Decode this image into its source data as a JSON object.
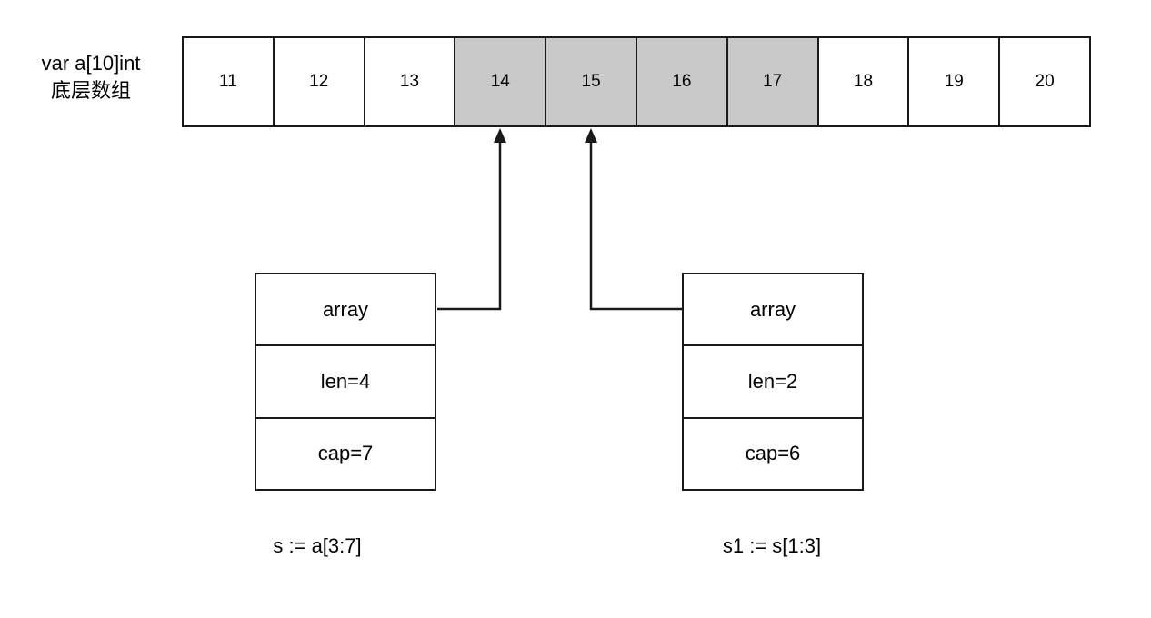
{
  "diagram": {
    "array_label": {
      "line1": "var a[10]int",
      "line2": "底层数组"
    },
    "underlying_array": {
      "cells": [
        {
          "value": "11",
          "highlighted": false
        },
        {
          "value": "12",
          "highlighted": false
        },
        {
          "value": "13",
          "highlighted": false
        },
        {
          "value": "14",
          "highlighted": true
        },
        {
          "value": "15",
          "highlighted": true
        },
        {
          "value": "16",
          "highlighted": true
        },
        {
          "value": "17",
          "highlighted": true
        },
        {
          "value": "18",
          "highlighted": false
        },
        {
          "value": "19",
          "highlighted": false
        },
        {
          "value": "20",
          "highlighted": false
        }
      ]
    },
    "slice_s": {
      "fields": [
        {
          "label": "array"
        },
        {
          "label": "len=4"
        },
        {
          "label": "cap=7"
        }
      ],
      "caption": "s := a[3:7]"
    },
    "slice_s1": {
      "fields": [
        {
          "label": "array"
        },
        {
          "label": "len=2"
        },
        {
          "label": "cap=6"
        }
      ],
      "caption": "s1 := s[1:3]"
    },
    "colors": {
      "highlight": "#c9c9c9",
      "stroke": "#1a1a1a",
      "background": "#ffffff"
    }
  }
}
